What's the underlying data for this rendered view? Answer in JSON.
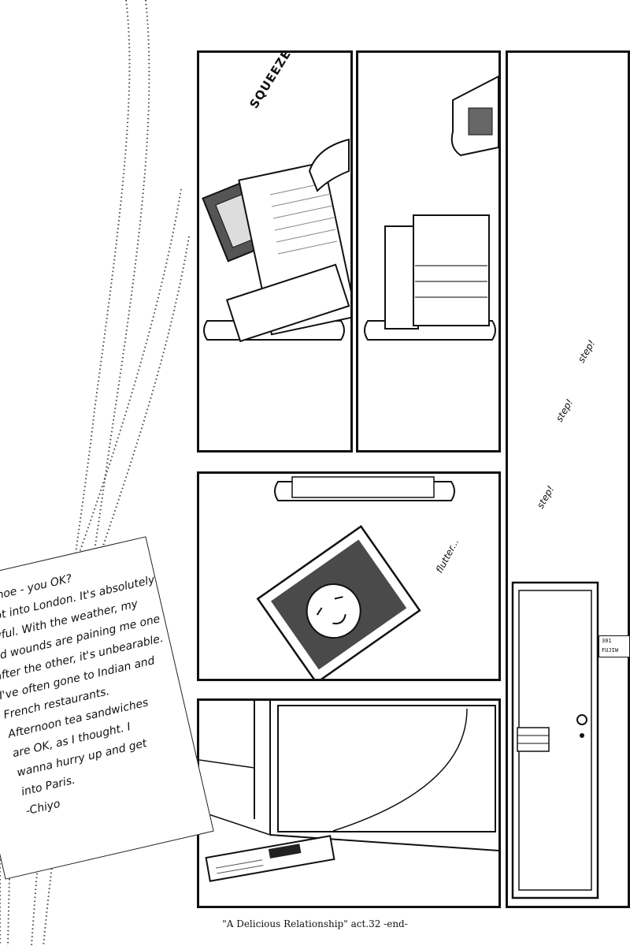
{
  "sfx": {
    "squeeze": "SQUEEZE!",
    "step_1": "step!",
    "step_2": "step!",
    "step_3": "step!",
    "flutter": "flutter..."
  },
  "letter": {
    "lines": [
      "Momoe - you OK?",
      "I got into London. It's absolutely",
      "awful. With the weather, my",
      "old wounds are paining me one",
      "after the other, it's unbearable.",
      "I've often gone to Indian and",
      "French restaurants.",
      "Afternoon tea sandwiches",
      "are OK, as I thought. I",
      "wanna hurry up and get",
      "into Paris.",
      "-Chiyo"
    ]
  },
  "door": {
    "plate_number": "301",
    "plate_name": "FUJIW"
  },
  "caption": "\"A Delicious Relationship\" act.32 -end-"
}
